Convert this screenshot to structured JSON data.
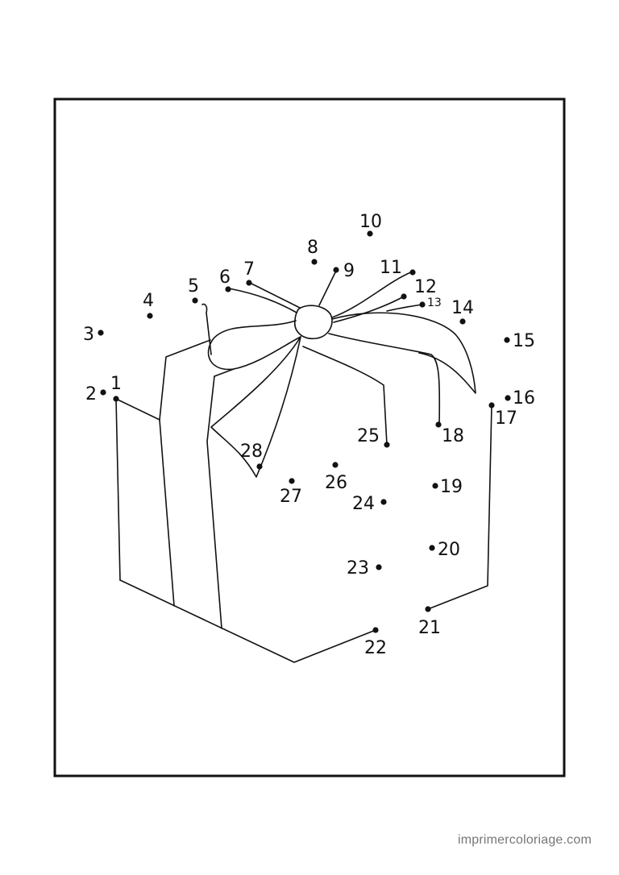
{
  "worksheet": {
    "subject": "gift-box-with-ribbon",
    "dot_count": 28,
    "line_color": "#111111",
    "dot_color": "#111111",
    "frame_color": "#111111",
    "dots": [
      {
        "n": 1,
        "label": "1"
      },
      {
        "n": 2,
        "label": "2"
      },
      {
        "n": 3,
        "label": "3"
      },
      {
        "n": 4,
        "label": "4"
      },
      {
        "n": 5,
        "label": "5"
      },
      {
        "n": 6,
        "label": "6"
      },
      {
        "n": 7,
        "label": "7"
      },
      {
        "n": 8,
        "label": "8"
      },
      {
        "n": 9,
        "label": "9"
      },
      {
        "n": 10,
        "label": "10"
      },
      {
        "n": 11,
        "label": "11"
      },
      {
        "n": 12,
        "label": "12"
      },
      {
        "n": 13,
        "label": "13"
      },
      {
        "n": 14,
        "label": "14"
      },
      {
        "n": 15,
        "label": "15"
      },
      {
        "n": 16,
        "label": "16"
      },
      {
        "n": 17,
        "label": "17"
      },
      {
        "n": 18,
        "label": "18"
      },
      {
        "n": 19,
        "label": "19"
      },
      {
        "n": 20,
        "label": "20"
      },
      {
        "n": 21,
        "label": "21"
      },
      {
        "n": 22,
        "label": "22"
      },
      {
        "n": 23,
        "label": "23"
      },
      {
        "n": 24,
        "label": "24"
      },
      {
        "n": 25,
        "label": "25"
      },
      {
        "n": 26,
        "label": "26"
      },
      {
        "n": 27,
        "label": "27"
      },
      {
        "n": 28,
        "label": "28"
      }
    ]
  },
  "footer": {
    "site": "imprimercoloriage.com"
  }
}
